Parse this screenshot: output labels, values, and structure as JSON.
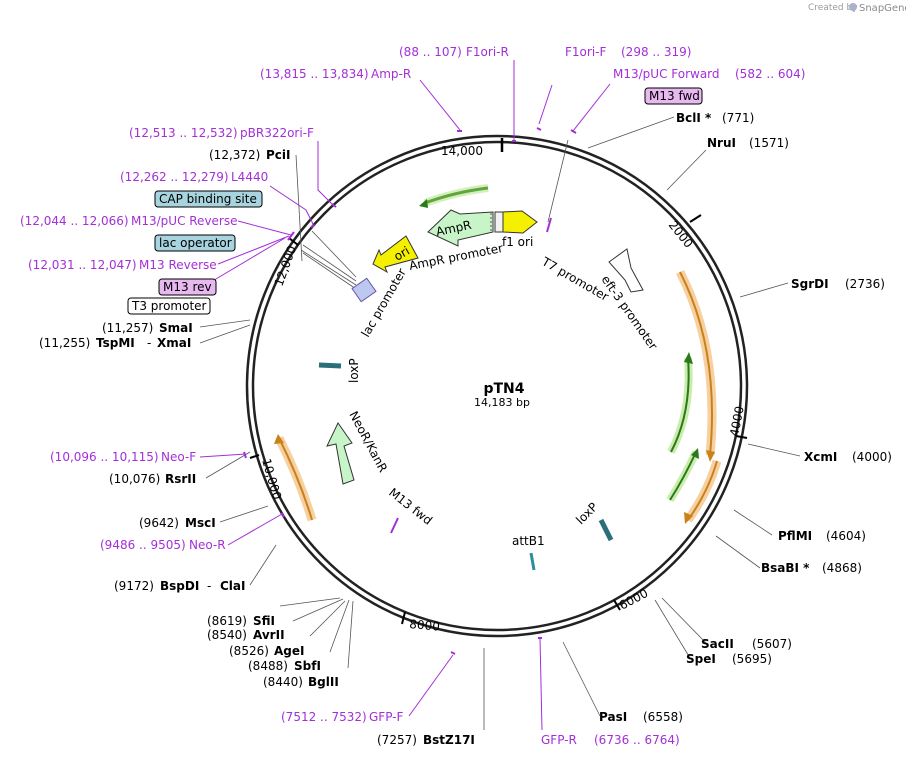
{
  "credit": {
    "prefix": "Created by",
    "brand": "SnapGene"
  },
  "plasmid": {
    "name": "pTN4",
    "length": "14,183 bp"
  },
  "ticks": [
    {
      "label": "2000",
      "angle": 50.8
    },
    {
      "label": "4000",
      "angle": 101.5
    },
    {
      "label": "6000",
      "angle": 152.3
    },
    {
      "label": "8000",
      "angle": 203.0
    },
    {
      "label": "10,000",
      "angle": 253.8
    },
    {
      "label": "12,000",
      "angle": 304.6
    },
    {
      "label": "14,000",
      "angle": 355.3
    }
  ],
  "sites": {
    "bcli": {
      "name": "BclI *",
      "pos": "(771)"
    },
    "nrui": {
      "name": "NruI",
      "pos": "(1571)"
    },
    "sgrdi": {
      "name": "SgrDI",
      "pos": "(2736)"
    },
    "xcmi": {
      "name": "XcmI",
      "pos": "(4000)"
    },
    "pflmi": {
      "name": "PflMI",
      "pos": "(4604)"
    },
    "bsabi": {
      "name": "BsaBI *",
      "pos": "(4868)"
    },
    "sacii": {
      "name": "SacII",
      "pos": "(5607)"
    },
    "spei": {
      "name": "SpeI",
      "pos": "(5695)"
    },
    "pasi": {
      "name": "PasI",
      "pos": "(6558)"
    },
    "bstz17i": {
      "name": "BstZ17I",
      "pos": "(7257)"
    },
    "bglii": {
      "name": "BglII",
      "pos": "(8440)"
    },
    "sbfi": {
      "name": "SbfI",
      "pos": "(8488)"
    },
    "agei": {
      "name": "AgeI",
      "pos": "(8526)"
    },
    "avrii": {
      "name": "AvrII",
      "pos": "(8540)"
    },
    "sfii": {
      "name": "SfiI",
      "pos": "(8619)"
    },
    "bspdi": {
      "name": "BspDI",
      "sep": "-",
      "name2": "ClaI",
      "pos": "(9172)"
    },
    "msci": {
      "name": "MscI",
      "pos": "(9642)"
    },
    "rsrii": {
      "name": "RsrII",
      "pos": "(10,076)"
    },
    "tspmi": {
      "name": "TspMI",
      "sep": "-",
      "name2": "XmaI",
      "pos": "(11,255)"
    },
    "smai": {
      "name": "SmaI",
      "pos": "(11,257)"
    },
    "pcli": {
      "name": "PciI",
      "pos": "(12,372)"
    }
  },
  "primers": {
    "f1ori_r": {
      "range": "(88 .. 107)",
      "name": "F1ori-R"
    },
    "f1ori_f": {
      "name": "F1ori-F",
      "range": "(298 .. 319)"
    },
    "m13puc_fwd": {
      "name": "M13/pUC Forward",
      "range": "(582 .. 604)"
    },
    "m13_fwd_box": {
      "name": "M13 fwd"
    },
    "ampr_primer": {
      "range": "(13,815 .. 13,834)",
      "name": "Amp-R"
    },
    "pbr322": {
      "range": "(12,513 .. 12,532)",
      "name": "pBR322ori-F"
    },
    "l4440": {
      "range": "(12,262 .. 12,279)",
      "name": "L4440"
    },
    "m13puc_rev": {
      "range": "(12,044 .. 12,066)",
      "name": "M13/pUC Reverse"
    },
    "m13_reverse": {
      "range": "(12,031 .. 12,047)",
      "name": "M13 Reverse"
    },
    "m13_rev_box": {
      "name": "M13 rev"
    },
    "neo_f": {
      "range": "(10,096 .. 10,115)",
      "name": "Neo-F"
    },
    "neo_r": {
      "range": "(9486 .. 9505)",
      "name": "Neo-R"
    },
    "gfp_f": {
      "range": "(7512 .. 7532)",
      "name": "GFP-F"
    },
    "gfp_r": {
      "name": "GFP-R",
      "range": "(6736 .. 6764)"
    }
  },
  "boxes": {
    "cap": "CAP binding site",
    "lac_operator": "lac operator",
    "t3": "T3 promoter"
  },
  "features": {
    "ori": "ori",
    "ampr": "AmpR",
    "ampr_promoter": "AmpR promoter",
    "f1ori": "f1 ori",
    "t7_promoter": "T7 promoter",
    "eft3": "eft-3 promoter",
    "lac_promoter": "lac promoter",
    "loxp_left": "loxP",
    "loxp_right": "loxP",
    "neor": "NeoR/KanR",
    "m13fwd_inner": "M13 fwd",
    "attb1": "attB1"
  },
  "colors": {
    "primer": "#a32fd7",
    "ori_yellow": "#f5f000",
    "ampr_green": "#c8f5c8",
    "orf_orange": "#f0b060",
    "orf_green": "#38a838",
    "box_blue": "#a8d4e0",
    "box_purple": "#e8b8f0"
  }
}
